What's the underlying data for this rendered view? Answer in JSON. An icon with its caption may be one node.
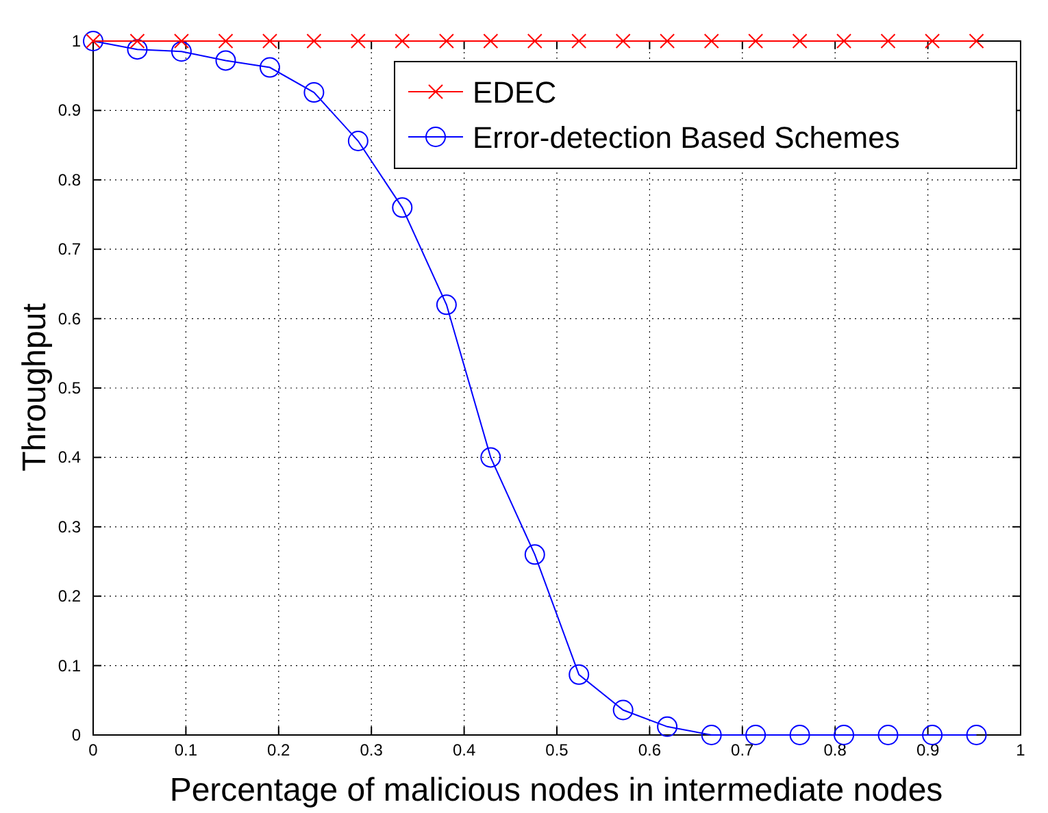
{
  "diagram": {
    "chart_data": {
      "type": "line",
      "xlabel": "Percentage of malicious nodes in intermediate nodes",
      "ylabel": "Throughput",
      "x": [
        0,
        0.0476,
        0.0952,
        0.1429,
        0.1905,
        0.2381,
        0.2857,
        0.3333,
        0.381,
        0.4286,
        0.4762,
        0.5238,
        0.5714,
        0.619,
        0.6667,
        0.7143,
        0.7619,
        0.8095,
        0.8571,
        0.9048,
        0.9524
      ],
      "series": [
        {
          "name": "EDEC",
          "color": "#ff0000",
          "marker": "x",
          "values": [
            1,
            1,
            1,
            1,
            1,
            1,
            1,
            1,
            1,
            1,
            1,
            1,
            1,
            1,
            1,
            1,
            1,
            1,
            1,
            1,
            1
          ]
        },
        {
          "name": "Error-detection Based Schemes",
          "color": "#0000ff",
          "marker": "o",
          "values": [
            1,
            0.988,
            0.985,
            0.972,
            0.962,
            0.926,
            0.856,
            0.76,
            0.62,
            0.4,
            0.26,
            0.087,
            0.036,
            0.012,
            0,
            0,
            0,
            0,
            0,
            0,
            0
          ]
        }
      ],
      "xlim": [
        0,
        1
      ],
      "ylim": [
        0,
        1
      ],
      "grid": true,
      "legend": true,
      "xticks": [
        0,
        0.1,
        0.2,
        0.3,
        0.4,
        0.5,
        0.6,
        0.7,
        0.8,
        0.9,
        1
      ],
      "yticks": [
        0,
        0.1,
        0.2,
        0.3,
        0.4,
        0.5,
        0.6,
        0.7,
        0.8,
        0.9,
        1
      ]
    }
  }
}
